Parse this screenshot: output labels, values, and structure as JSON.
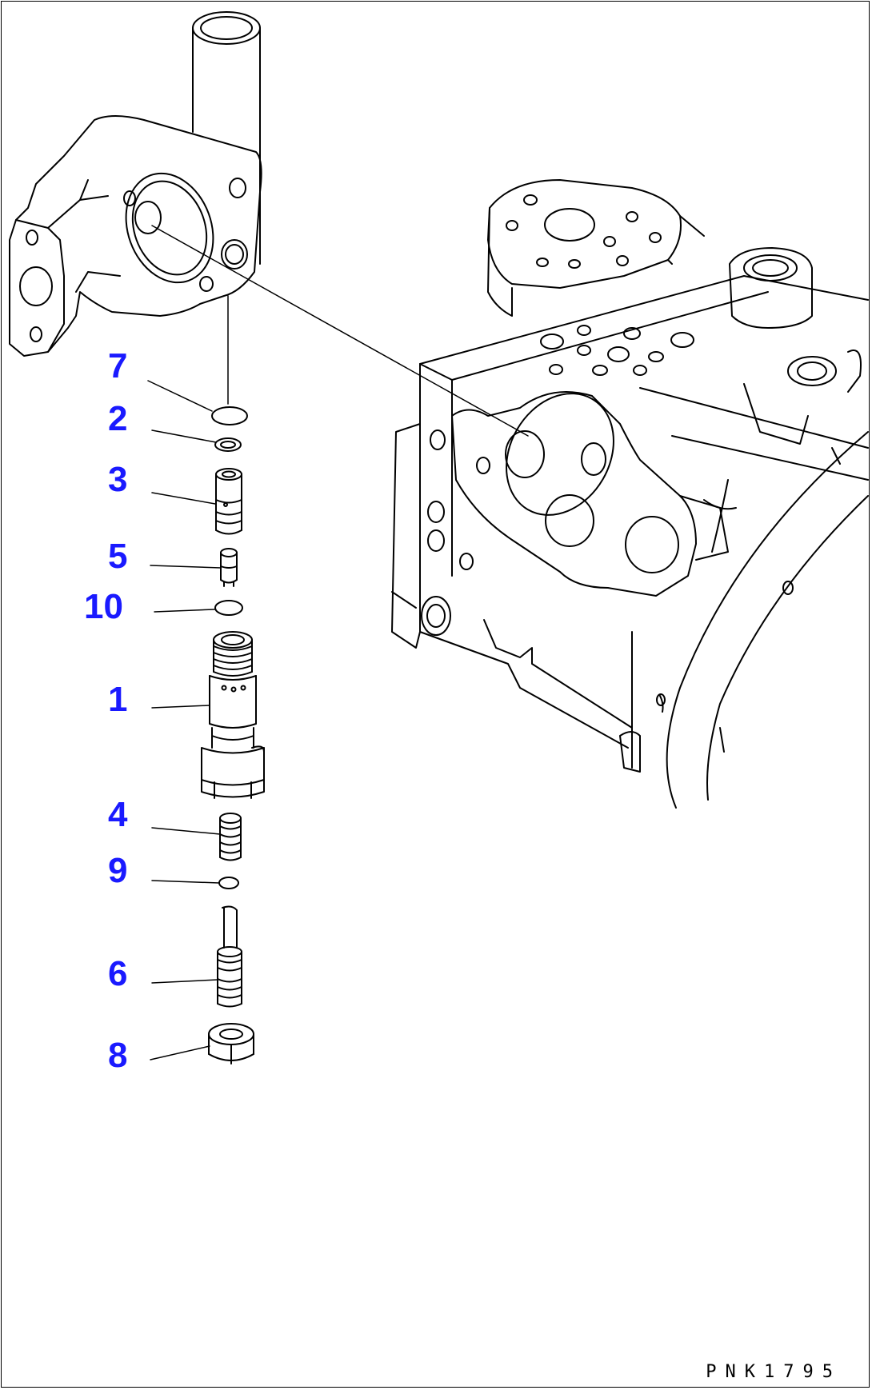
{
  "diagram_ref": "PNK1795",
  "callouts": [
    {
      "label": "7"
    },
    {
      "label": "2"
    },
    {
      "label": "3"
    },
    {
      "label": "5"
    },
    {
      "label": "10"
    },
    {
      "label": "1"
    },
    {
      "label": "4"
    },
    {
      "label": "9"
    },
    {
      "label": "6"
    },
    {
      "label": "8"
    }
  ],
  "colors": {
    "callout": "#1a1aff",
    "line": "#000000",
    "background": "#ffffff"
  }
}
